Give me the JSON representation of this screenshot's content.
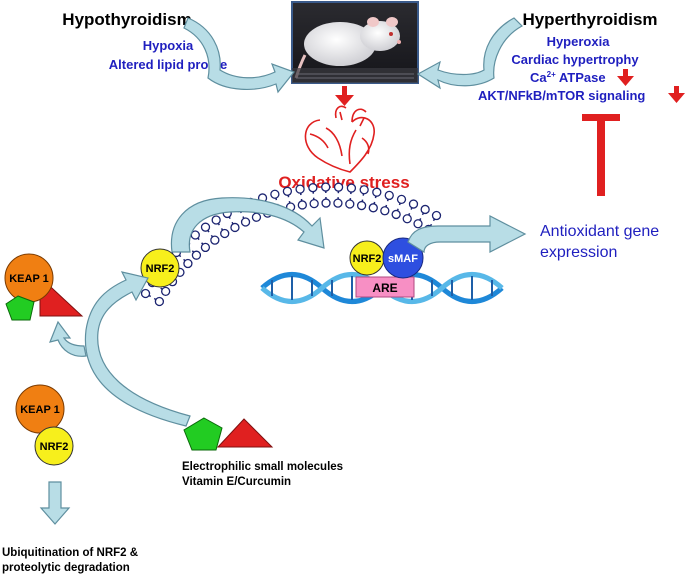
{
  "titles": {
    "hypothyroidism": "Hypothyroidism",
    "hyperthyroidism": "Hyperthyroidism"
  },
  "hypo_effects": [
    "Hypoxia",
    "Altered lipid profile"
  ],
  "hyper_effects": {
    "hyperoxia": "Hyperoxia",
    "cardiac": "Cardiac hypertrophy",
    "ca_base": "Ca",
    "ca_sup": "2+",
    "ca_rest": " ATPase",
    "akt": "AKT/NFkB/mTOR signaling"
  },
  "oxidative_stress": "Oxidative stress",
  "antioxidant": [
    "Antioxidant gene",
    "expression"
  ],
  "proteins": {
    "keap1": "KEAP 1",
    "nrf2": "NRF2",
    "smaf": "sMAF",
    "are": "ARE"
  },
  "electrophilic": [
    "Electrophilic small molecules",
    "Vitamin E/Curcumin"
  ],
  "ubiquitination": [
    "Ubiquitination of NRF2 &",
    "proteolytic degradation"
  ],
  "colors": {
    "blue_text": "#1f1fbf",
    "red": "#e02020",
    "keap1": "#f07f12",
    "nrf2": "#f7ef1c",
    "smaf": "#2e4fe0",
    "are": "#f78fc4",
    "green": "#22cc22",
    "arrow_fill": "#b8dde6",
    "arrow_stroke": "#5f8f9f",
    "membrane": "#1c2470",
    "dna_a": "#1e88d8",
    "dna_b": "#58b8e8"
  },
  "icons": [
    "rat-photo",
    "heart-icon",
    "down-arrow-icon",
    "inhibit-bar-icon"
  ]
}
